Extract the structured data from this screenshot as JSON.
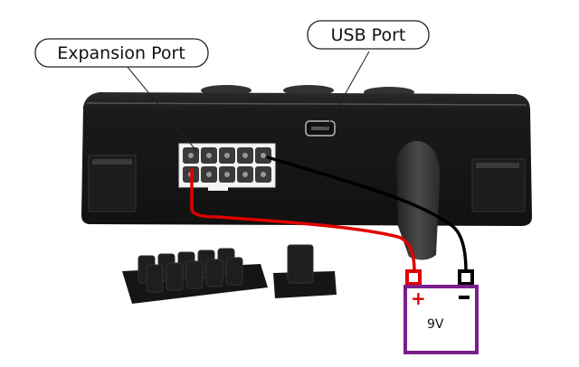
{
  "labels": {
    "expansion_port": "Expansion Port",
    "usb_port": "USB Port"
  },
  "battery": {
    "voltage": "9V",
    "positive_symbol": "+",
    "negative_symbol": "–",
    "frame_color": "#7a1f8c",
    "positive_color": "#e00000",
    "negative_color": "#000000"
  },
  "wires": {
    "positive_color": "#e00000",
    "negative_color": "#000000"
  }
}
